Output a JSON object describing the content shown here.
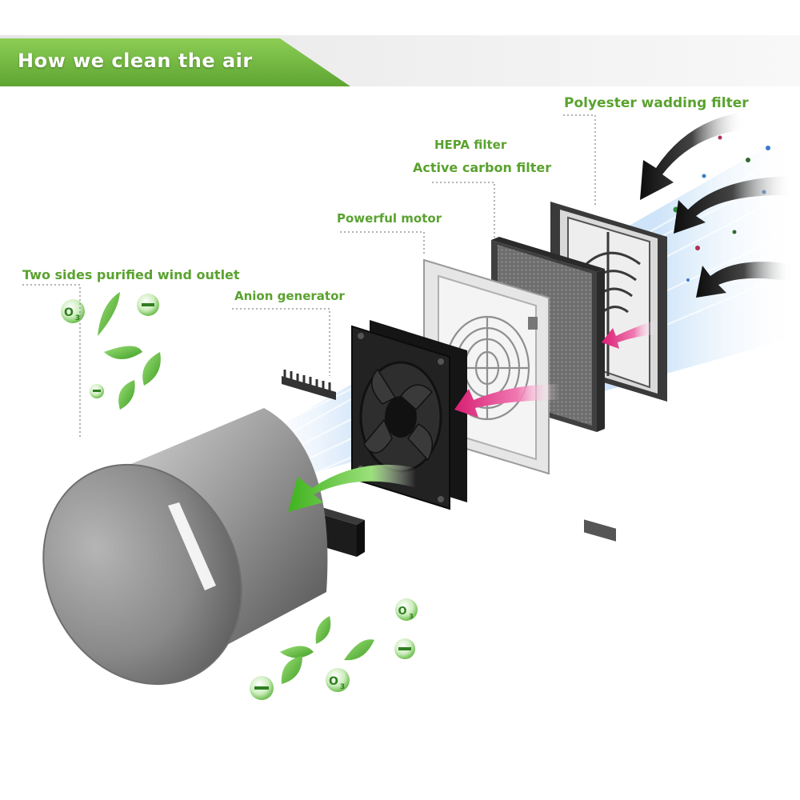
{
  "header": {
    "title": "How we clean the air",
    "banner_color": "#7dbf4a"
  },
  "labels": {
    "polyester_filter": "Polyester wadding filter",
    "hepa_filter": "HEPA filter",
    "active_carbon_filter": "Active carbon filter",
    "powerful_motor": "Powerful motor",
    "anion_generator": "Anion generator",
    "wind_outlet": "Two sides purified wind outlet"
  },
  "bubbles": {
    "ozone_symbol": "O",
    "ozone_subscript": "3"
  },
  "colors": {
    "label_green": "#5aa22f",
    "leaf_green": "#6cc04a",
    "clean_air_arrow": "#5cc23a",
    "filter_arrow": "#e0287a",
    "dirty_air_arrow": "#111111",
    "airflow_blue": "#7fb6ee"
  }
}
